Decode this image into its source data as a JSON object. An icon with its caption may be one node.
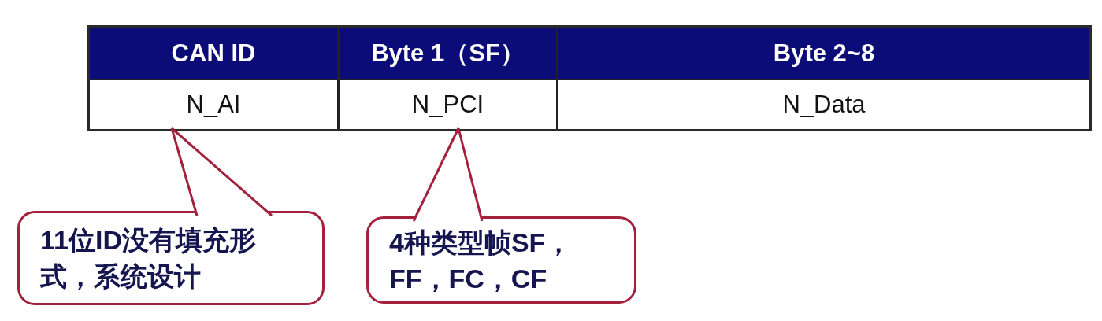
{
  "diagram": {
    "nodes": [
      {
        "text": [
          "CAN ID"
        ]
      },
      {
        "text": [
          "Byte 1（SF）"
        ]
      },
      {
        "text": [
          "Byte 2~8"
        ]
      },
      {
        "text": [
          "N_AI"
        ]
      },
      {
        "text": [
          "N_PCI"
        ]
      },
      {
        "text": [
          "N_Data"
        ]
      },
      {
        "text": [
          "11位ID没有填充形式，系统设计"
        ]
      },
      {
        "text": [
          "4种类型帧SF，FF，FC，CF"
        ]
      }
    ],
    "edges": [
      {
        "from": 6,
        "to": 3,
        "arrow": "none"
      },
      {
        "from": 7,
        "to": 4,
        "arrow": "none"
      }
    ]
  }
}
